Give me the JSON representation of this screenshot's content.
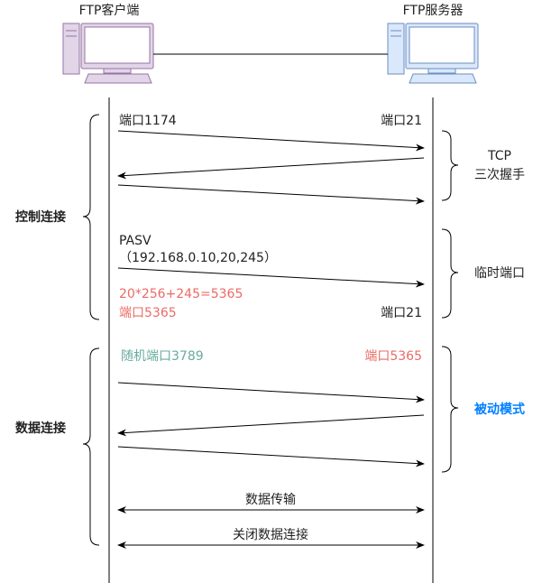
{
  "client": {
    "label": "FTP客户端"
  },
  "server": {
    "label": "FTP服务器"
  },
  "groups": {
    "control": "控制连接",
    "data": "数据连接"
  },
  "control": {
    "client_port": "端口1174",
    "server_port": "端口21",
    "tcp_label_line1": "TCP",
    "tcp_label_line2": "三次握手",
    "pasv_line1": "PASV",
    "pasv_line2": "（192.168.0.10,20,245）",
    "temp_port_label": "临时端口",
    "calc_line1": "20*256+245=5365",
    "calc_line2": "端口5365",
    "server_port2": "端口21"
  },
  "data": {
    "client_port": "随机端口3789",
    "server_port": "端口5365",
    "passive_label": "被动模式",
    "transfer_label": "数据传输",
    "close_label": "关闭数据连接"
  },
  "colors": {
    "client_pc": "#a680b8",
    "client_pc_fill": "#e1d5e7",
    "server_pc": "#6c8ebf",
    "server_pc_fill": "#dae8fc",
    "red_text": "#ea6b66",
    "green_text": "#67ab9f",
    "blue_text": "#007fff"
  }
}
